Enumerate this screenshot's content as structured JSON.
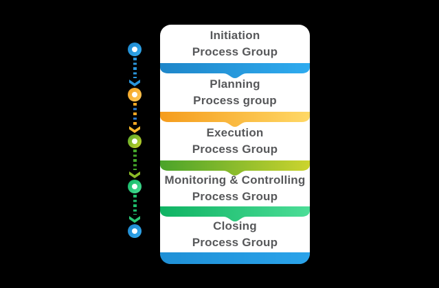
{
  "canvas": {
    "background": "#000000"
  },
  "timeline": {
    "nodes": [
      {
        "id": "node-initiation",
        "color_from": "#1b84c9",
        "color_to": "#35acf0"
      },
      {
        "id": "node-planning",
        "color_from": "#f2a01f",
        "color_to": "#ffca5a"
      },
      {
        "id": "node-execution",
        "color_from": "#55a629",
        "color_to": "#c8d32c"
      },
      {
        "id": "node-monitoring",
        "color_from": "#12b665",
        "color_to": "#4adf95"
      },
      {
        "id": "node-closing",
        "color_from": "#1b84c9",
        "color_to": "#35acf0"
      }
    ],
    "connectors": [
      {
        "dash_color": "#2a95db",
        "arrow_color": "#2a95db"
      },
      {
        "dash_color": "#f5a622",
        "dash_alt_color": "#2e7fd6",
        "arrow_color": "#f7b92e"
      },
      {
        "dash_color": "#44a72b",
        "arrow_color": "#8cbb27"
      },
      {
        "dash_color": "#1fbf6c",
        "arrow_color": "#2bc876"
      }
    ]
  },
  "card": {
    "background": "#ffffff",
    "text_color": "#57585a",
    "sections": [
      {
        "line1": "Initiation",
        "line2": "Process Group",
        "ribbon_from": "#1e86c9",
        "ribbon_to": "#2fabef"
      },
      {
        "line1": "Planning",
        "line2": "Process group",
        "ribbon_from": "#f59c1c",
        "ribbon_to": "#ffd866"
      },
      {
        "line1": "Execution",
        "line2": "Process Group",
        "ribbon_from": "#4aa32a",
        "ribbon_to": "#ccd42e"
      },
      {
        "line1": "Monitoring & Controlling",
        "line2": "Process Group",
        "ribbon_from": "#0fb363",
        "ribbon_to": "#4cdd97"
      },
      {
        "line1": "Closing",
        "line2": "Process Group",
        "ribbon_from": "#1f90d6",
        "ribbon_to": "#2aa3ea"
      }
    ]
  }
}
